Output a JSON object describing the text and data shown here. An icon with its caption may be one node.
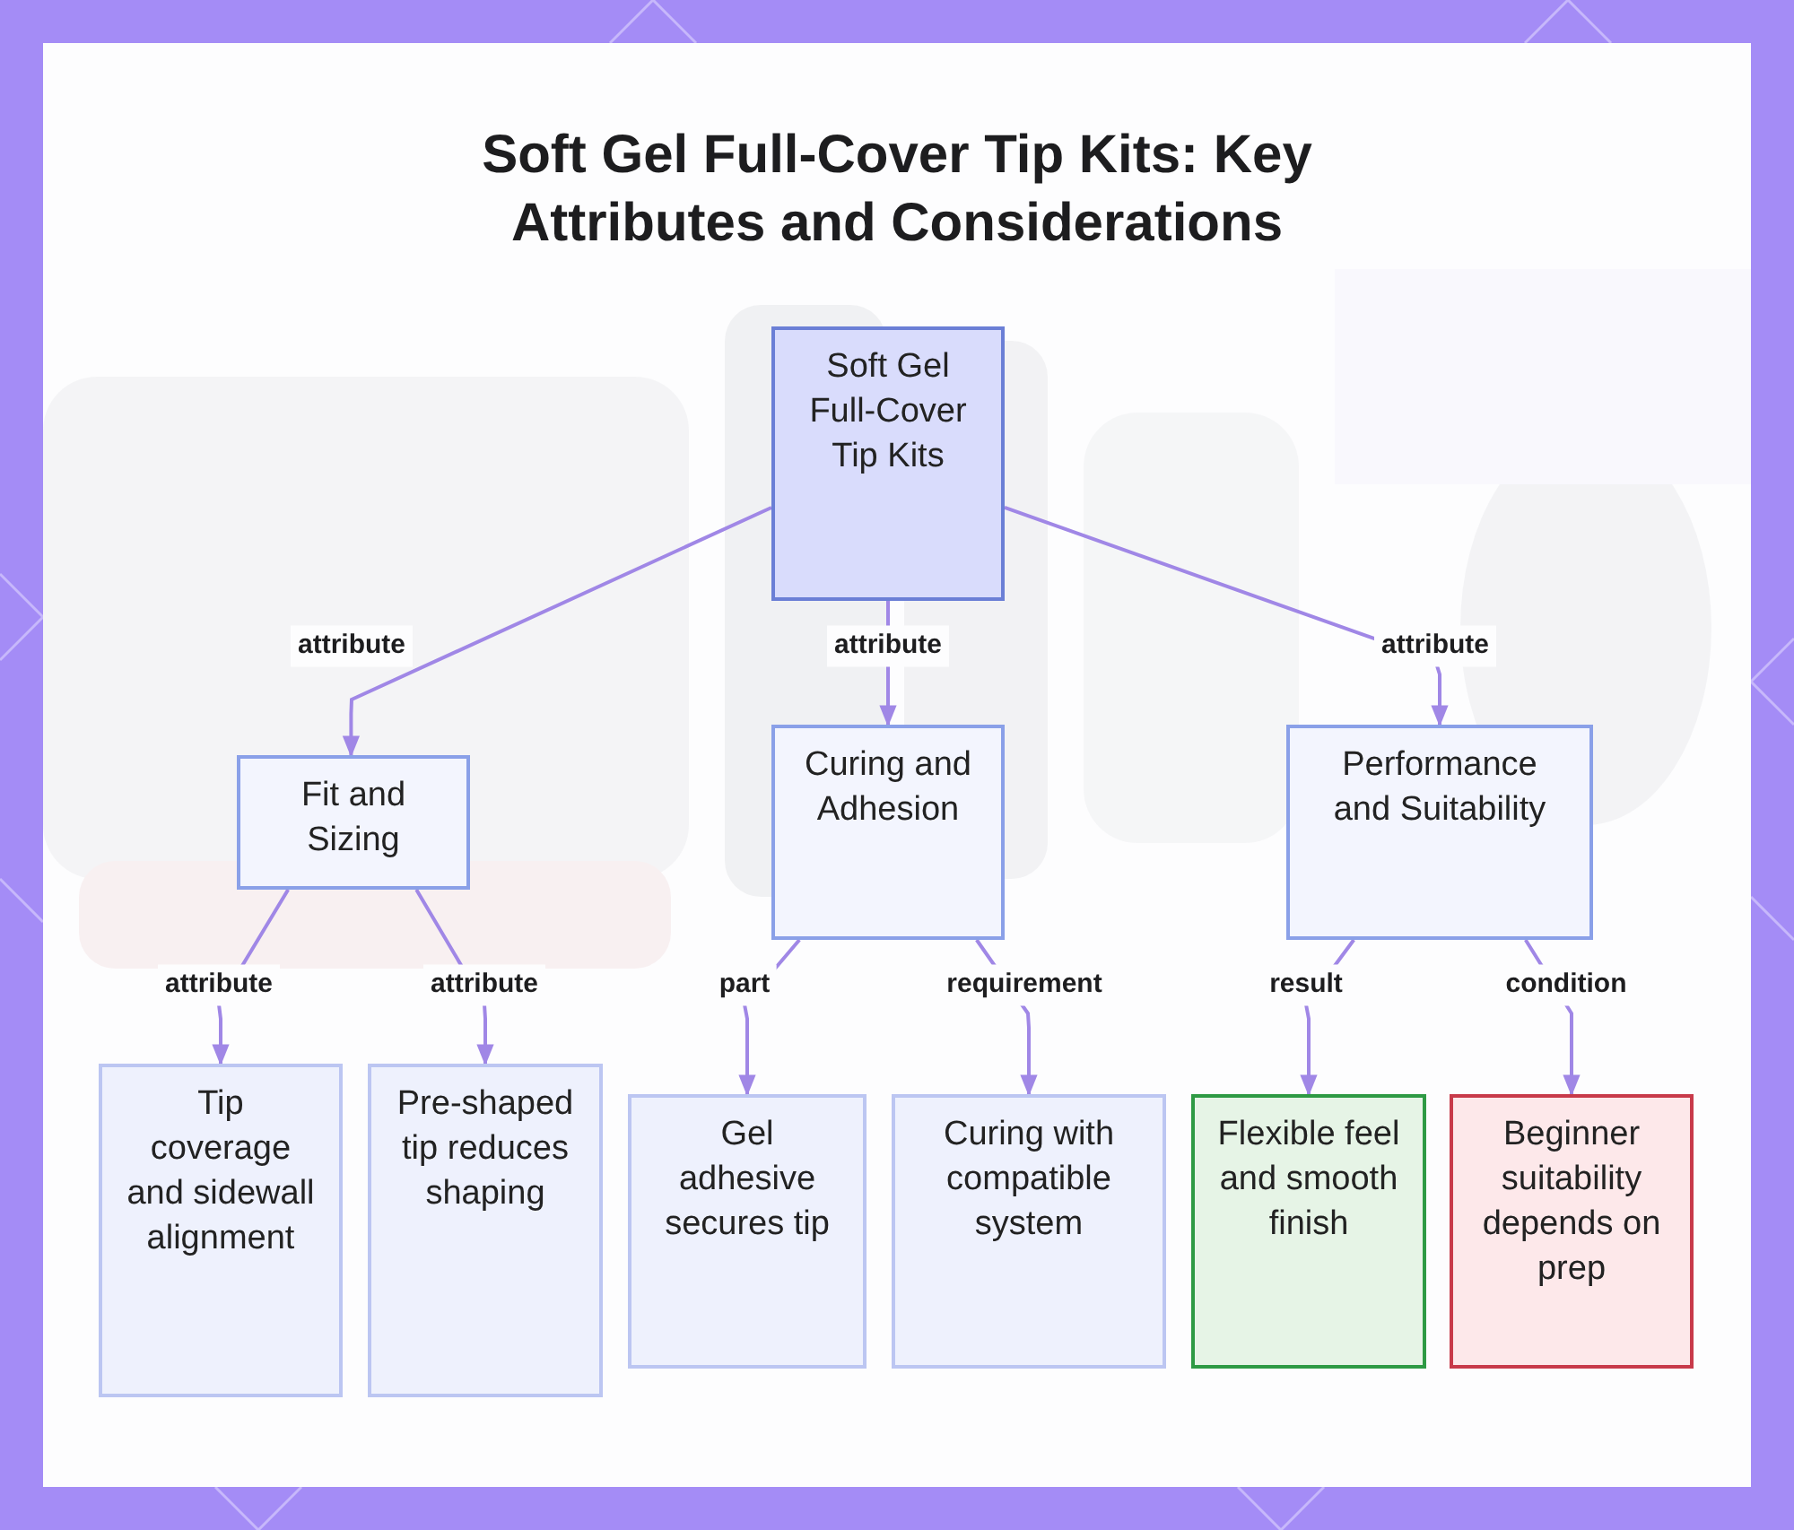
{
  "diagram": {
    "title": "Soft Gel Full-Cover Tip Kits: Key Attributes and Considerations",
    "nodes": [
      {
        "text": [
          "Soft Gel Full-Cover Tip Kits"
        ]
      },
      {
        "text": [
          "Fit and Sizing"
        ]
      },
      {
        "text": [
          "Curing and Adhesion"
        ]
      },
      {
        "text": [
          "Performance and Suitability"
        ]
      },
      {
        "text": [
          "Tip coverage and sidewall alignment"
        ]
      },
      {
        "text": [
          "Pre-shaped tip reduces shaping"
        ]
      },
      {
        "text": [
          "Gel adhesive secures tip"
        ]
      },
      {
        "text": [
          "Curing with compatible system"
        ]
      },
      {
        "text": [
          "Flexible feel and smooth finish"
        ]
      },
      {
        "text": [
          "Beginner suitability depends on prep"
        ]
      }
    ],
    "edges": [
      {
        "from": 0,
        "to": 1,
        "arrow": "to",
        "label": "attribute"
      },
      {
        "from": 0,
        "to": 2,
        "arrow": "to",
        "label": "attribute"
      },
      {
        "from": 0,
        "to": 3,
        "arrow": "to",
        "label": "attribute"
      },
      {
        "from": 1,
        "to": 4,
        "arrow": "to",
        "label": "attribute"
      },
      {
        "from": 1,
        "to": 5,
        "arrow": "to",
        "label": "attribute"
      },
      {
        "from": 2,
        "to": 6,
        "arrow": "to",
        "label": "part"
      },
      {
        "from": 2,
        "to": 7,
        "arrow": "to",
        "label": "requirement"
      },
      {
        "from": 3,
        "to": 8,
        "arrow": "to",
        "label": "result"
      },
      {
        "from": 3,
        "to": 9,
        "arrow": "to",
        "label": "condition"
      }
    ]
  }
}
